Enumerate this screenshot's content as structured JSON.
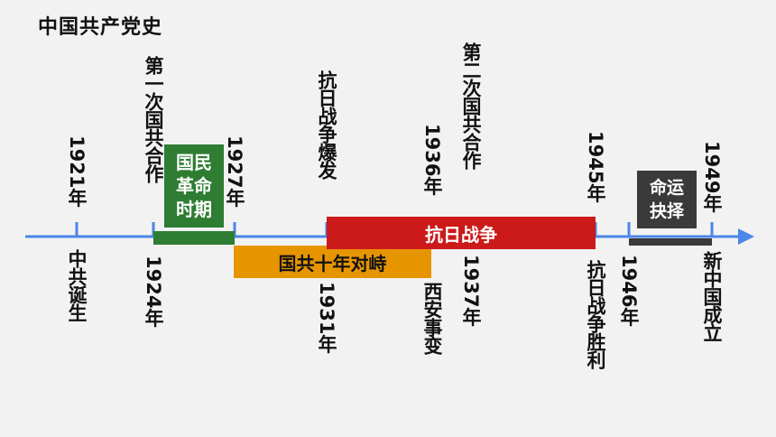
{
  "title": "中国共产党史",
  "timeline": {
    "top_labels": {
      "y1921": "1921年",
      "first_coop": "第一次国共合作",
      "y1927": "1927年",
      "war_outbreak": "抗日战争爆发",
      "y1936": "1936年",
      "second_coop": "第二次国共合作",
      "y1945": "1945年",
      "y1949": "1949年"
    },
    "bottom_labels": {
      "founding": "中共诞生",
      "y1924": "1924年",
      "y1931": "1931年",
      "xian_incident": "西安事变",
      "y1937": "1937年",
      "victory": "抗日战争胜利",
      "y1946": "1946年",
      "new_china": "新中国成立"
    },
    "periods": {
      "revolution": "国民革命时期",
      "confrontation": "国共十年对峙",
      "war": "抗日战争",
      "fate": "命运抉择"
    }
  },
  "colors": {
    "axis": "#4a86e8",
    "revolution": "#2e7d32",
    "confrontation": "#e69500",
    "war": "#cc1a1a",
    "fate": "#3a3a3a"
  }
}
